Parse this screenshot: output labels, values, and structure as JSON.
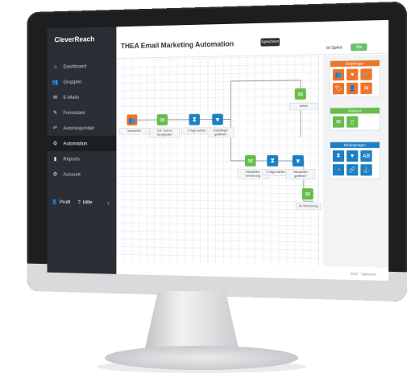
{
  "app": {
    "logo_text": "CleverReach",
    "page_title": "THEA Email Marketing Automation",
    "save_button": "Speichern",
    "toggle_label": "ist Sprint",
    "toggle_value": "AN",
    "status_footer": "4/12 · Optionen"
  },
  "sidebar": {
    "items": [
      {
        "label": "Dashboard",
        "icon": "home-icon"
      },
      {
        "label": "Gruppen",
        "icon": "group-icon"
      },
      {
        "label": "E-Mails",
        "icon": "mail-icon"
      },
      {
        "label": "Formulare",
        "icon": "edit-icon"
      },
      {
        "label": "Autoresponder",
        "icon": "reply-icon"
      },
      {
        "label": "Automation",
        "icon": "network-icon"
      },
      {
        "label": "Reports",
        "icon": "chart-icon"
      },
      {
        "label": "Account",
        "icon": "gear-icon"
      }
    ],
    "active_index": 5,
    "bottom": [
      {
        "label": "Profil",
        "icon": "user-icon"
      },
      {
        "label": "Hilfe",
        "icon": "help-icon"
      }
    ]
  },
  "flow": {
    "nodes": [
      {
        "name": "newsletter-node",
        "label": "Newsletter",
        "kind": "start"
      },
      {
        "name": "mail-node-1",
        "label": "CR: Thema Neuigkeiten",
        "kind": "email"
      },
      {
        "name": "wait-node-1",
        "label": "2 Tage warten",
        "kind": "wait"
      },
      {
        "name": "filter-node-1",
        "label": "Empfänger geöffnet?",
        "kind": "filter"
      },
      {
        "name": "mail-node-2",
        "label": "Newsletter Erinnerung",
        "kind": "email"
      },
      {
        "name": "wait-node-2",
        "label": "3 Tage warten",
        "kind": "wait"
      },
      {
        "name": "filter-node-2",
        "label": "Newsletter geöffnet?",
        "kind": "filter"
      },
      {
        "name": "mail-node-3",
        "label": "Aktion",
        "kind": "email"
      },
      {
        "name": "mail-node-4",
        "label": "Zu Erinnerung",
        "kind": "email"
      }
    ]
  },
  "palette": {
    "groups": [
      {
        "title": "Empfänger",
        "color": "#ee7429",
        "tiles": [
          "👥",
          "♥",
          "🛒",
          "🏷",
          "👤",
          "✉"
        ]
      },
      {
        "title": "Aktionen",
        "color": "#66bd4b",
        "tiles": [
          "✉",
          "▯"
        ]
      },
      {
        "title": "Bedingungen",
        "color": "#1d7fc5",
        "tiles": [
          "⧗",
          "▼",
          "AB",
          "◔",
          "🔗",
          "⚓"
        ]
      }
    ]
  }
}
